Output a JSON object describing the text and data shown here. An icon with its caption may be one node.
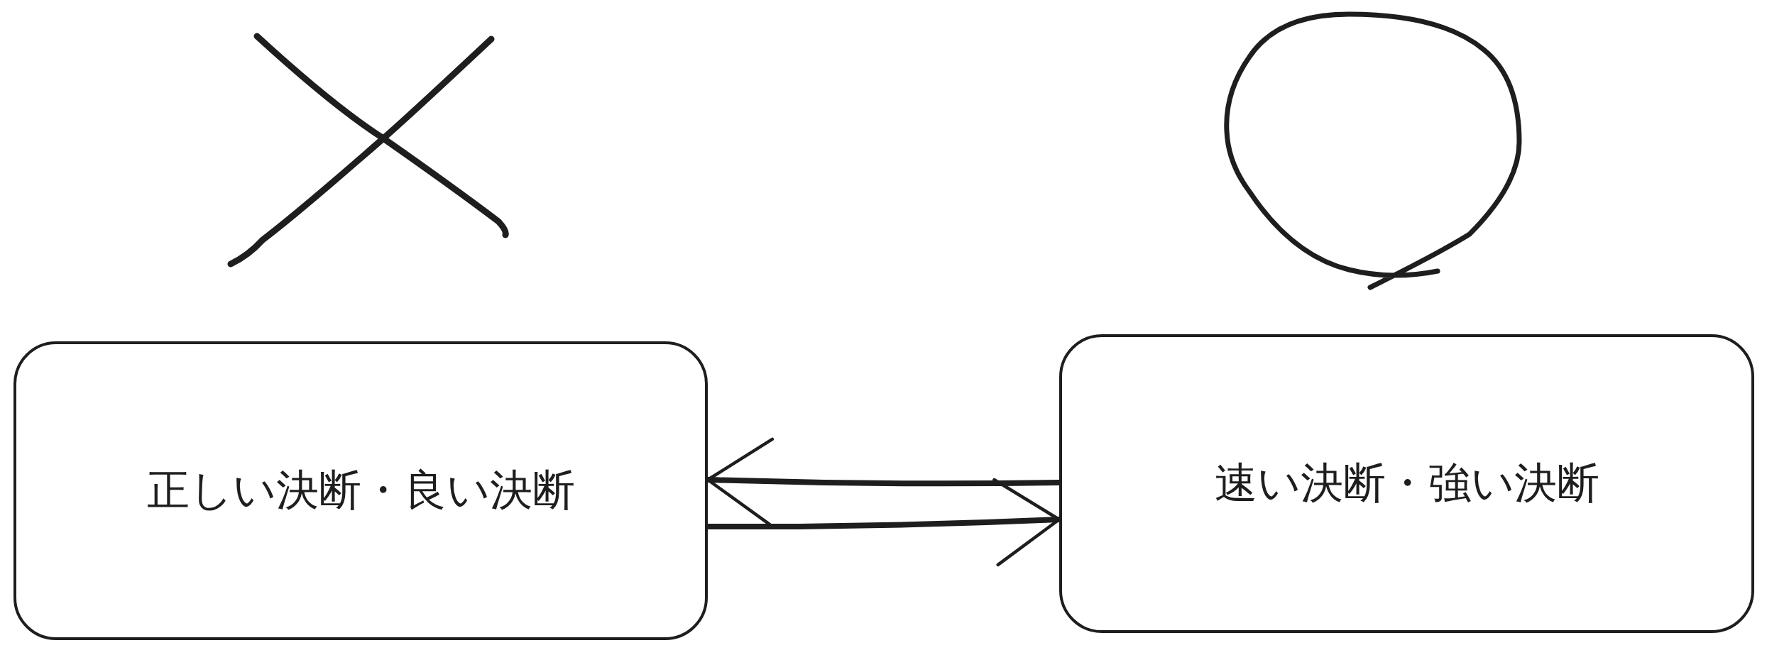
{
  "diagram": {
    "nodes": [
      {
        "text": [
          "正しい決断・良い決断"
        ]
      },
      {
        "text": [
          "速い決断・強い決断"
        ]
      }
    ],
    "edges": [
      {
        "from": 1,
        "to": 0,
        "arrow": "to"
      },
      {
        "from": 0,
        "to": 1,
        "arrow": "to"
      }
    ]
  }
}
